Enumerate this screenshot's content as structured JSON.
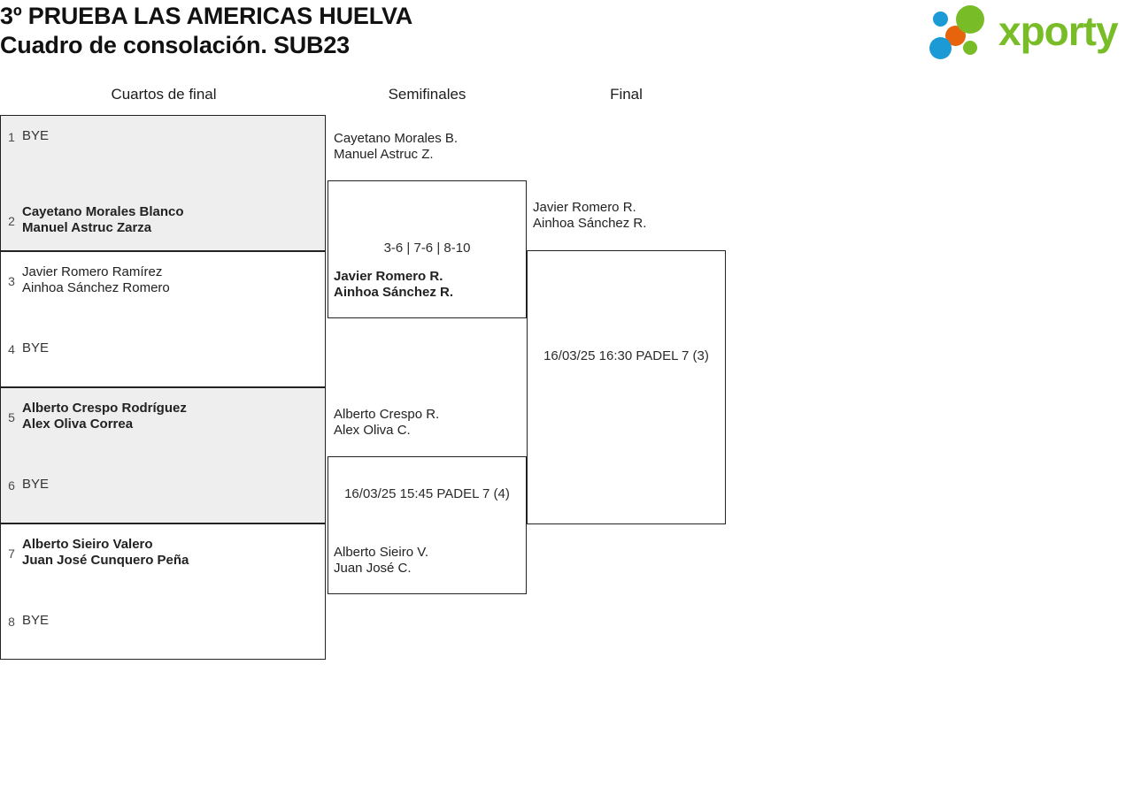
{
  "header": {
    "title": "3º PRUEBA LAS AMERICAS HUELVA",
    "subtitle": "Cuadro de consolación. SUB23"
  },
  "logo": {
    "wordmark": "xporty",
    "colors": {
      "green": "#78bc27",
      "blue": "#1b9ad6",
      "orange": "#e8640c"
    }
  },
  "rounds": [
    {
      "label": "Cuartos de final"
    },
    {
      "label": "Semifinales"
    },
    {
      "label": "Final"
    }
  ],
  "quarterfinals": [
    {
      "shaded": true,
      "top": {
        "seed": "1",
        "bye": true,
        "text": "BYE",
        "winner": false
      },
      "bottom": {
        "seed": "2",
        "bye": false,
        "players": [
          "Cayetano Morales Blanco",
          "Manuel Astruc Zarza"
        ],
        "winner": true
      }
    },
    {
      "shaded": false,
      "top": {
        "seed": "3",
        "bye": false,
        "players": [
          "Javier Romero Ramírez",
          "Ainhoa Sánchez Romero"
        ],
        "winner": false
      },
      "bottom": {
        "seed": "4",
        "bye": true,
        "text": "BYE",
        "winner": false
      }
    },
    {
      "shaded": true,
      "top": {
        "seed": "5",
        "bye": false,
        "players": [
          "Alberto Crespo Rodríguez",
          "Alex Oliva Correa"
        ],
        "winner": true
      },
      "bottom": {
        "seed": "6",
        "bye": true,
        "text": "BYE",
        "winner": false
      }
    },
    {
      "shaded": false,
      "top": {
        "seed": "7",
        "bye": false,
        "players": [
          "Alberto Sieiro Valero",
          "Juan José Cunquero Peña"
        ],
        "winner": true
      },
      "bottom": {
        "seed": "8",
        "bye": true,
        "text": "BYE",
        "winner": false
      }
    }
  ],
  "semifinals": [
    {
      "label": "3-6 | 7-6 | 8-10",
      "top": {
        "players": [
          "Cayetano Morales B.",
          "Manuel Astruc Z."
        ],
        "winner": false
      },
      "bottom": {
        "players": [
          "Javier Romero R.",
          "Ainhoa Sánchez R."
        ],
        "winner": true
      }
    },
    {
      "label": "16/03/25 15:45 PADEL 7 (4)",
      "top": {
        "players": [
          "Alberto Crespo R.",
          "Alex Oliva C."
        ],
        "winner": false
      },
      "bottom": {
        "players": [
          "Alberto Sieiro V.",
          "Juan José C."
        ],
        "winner": false
      }
    }
  ],
  "final": {
    "label": "16/03/25 16:30 PADEL 7 (3)",
    "top": {
      "players": [
        "Javier Romero R.",
        "Ainhoa Sánchez R."
      ],
      "winner": false
    }
  }
}
